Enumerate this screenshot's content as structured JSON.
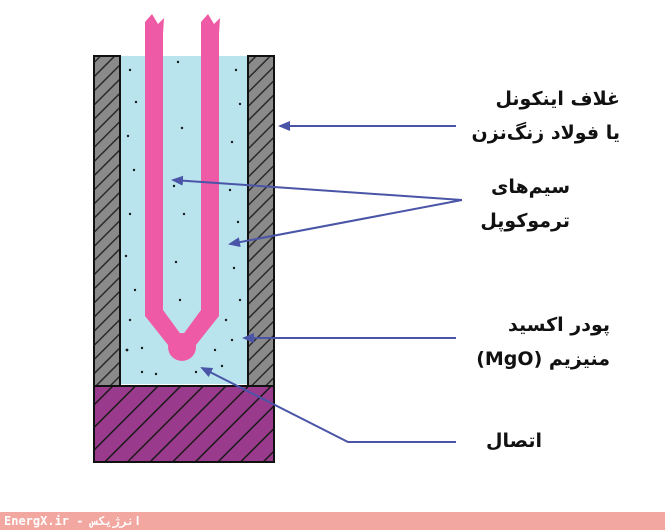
{
  "labels": {
    "sheath_line1": "غلاف اینکونل",
    "sheath_line2": "یا فولاد زنگ‌نزن",
    "wires_line1": "سیم‌های",
    "wires_line2": "ترموکوپل",
    "powder_line1": "پودر اکسید",
    "powder_line2": "منیزیم (MgO)",
    "junction": "اتصال"
  },
  "footer": {
    "text": "EnergX.ir - انرژیکس"
  },
  "colors": {
    "sheath_gray": "#8a8a8a",
    "powder_blue": "#b9e4ee",
    "wire_pink": "#ee5aa6",
    "base_purple": "#9a3a8c",
    "arrow_blue": "#4a55a8",
    "footer_bg": "#f2a7a0"
  }
}
